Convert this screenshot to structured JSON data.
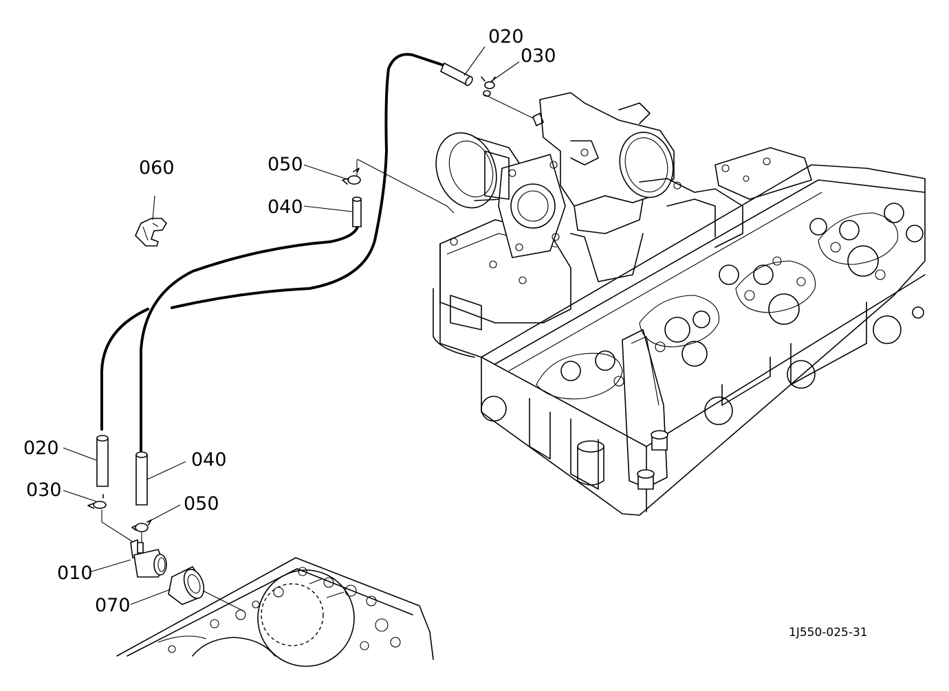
{
  "labels": {
    "p020_top": "020",
    "p030_top": "030",
    "p050_top": "050",
    "p040_top": "040",
    "p060": "060",
    "p020_bottom": "020",
    "p040_bottom": "040",
    "p030_bottom": "030",
    "p050_bottom": "050",
    "p010": "010",
    "p070": "070"
  },
  "drawing_code": "1J550-025-31"
}
